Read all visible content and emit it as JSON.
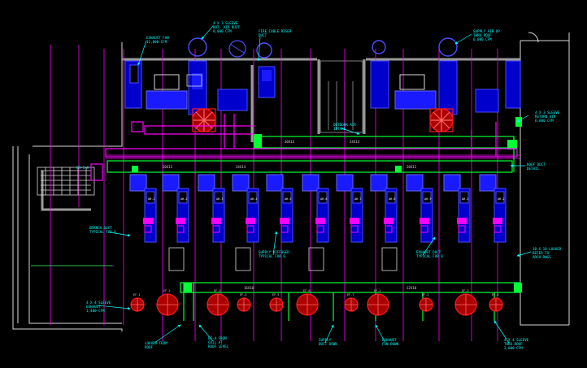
{
  "colors": {
    "background": "#000000",
    "equipment_blue": "#1a1aff",
    "equipment_blue_dark": "#0000aa",
    "duct_magenta": "#ff00ff",
    "duct_green": "#00ff33",
    "fan_red": "#ff1a1a",
    "leader_cyan": "#00ffff",
    "wall_gray": "#9a9a9a",
    "wall_white": "#d8d8d8"
  },
  "labels": {
    "top_note": "4 X 3 SLEEVE\nBOT. AIR DUCT\n8,000 CFM",
    "top_note_2": "FIRE CABLE RISER\nDUCT",
    "tr_note": "SUPPLY AIR UP\nTHRU ROOF\n6,000 CFM",
    "tl_note": "EXHAUST FAN\n12,000 CFM",
    "left_note": "FR-1-A",
    "center_note": "OUTDOOR AIR\nINTAKE",
    "right_note": "4 X 3 SLEEVE\nRETURN AIR\n6,000 CFM",
    "mid_right_note": "ROOF DUCT\nDETAIL",
    "far_right_note": "10 X 10 LOUVER\nREFER TO\nARCH DWGS",
    "left_mid_note": "BRANCH DUCT\nTYPICAL FOR 6",
    "center_bot_note": "SUPPLY DIFFUSER\nTYPICAL FOR 8",
    "right_bot_note": "EXHAUST DUCT\nTYPICAL FOR 8",
    "bottom_notes": [
      "LOUVER FROM\nROOF",
      "EF-A FROM\nCOIL AT\nROOF LEVEL",
      "SUPPLY\nDUCT DOWN",
      "EXHAUST\nFAN DOWN",
      "4 X 4 SLEEVE\nTHRU ROOF\n2,000 CFM"
    ],
    "lower_left_note": "4 X 4 SLEEVE\nEXHAUST\n1,400 CFM",
    "duct_size_labels": [
      "20X12",
      "24X14",
      "30X14",
      "24X14",
      "20X12",
      "16X10",
      "12X10"
    ],
    "unit_tags": [
      "AH-1",
      "AH-2",
      "AH-3",
      "AH-4",
      "AH-5",
      "AH-6",
      "AH-7",
      "AH-8",
      "AH-9"
    ],
    "fan_tags": [
      "EF-1",
      "EF-2",
      "EF-3",
      "EF-4",
      "EF-5",
      "EF-6",
      "EF-7"
    ]
  }
}
